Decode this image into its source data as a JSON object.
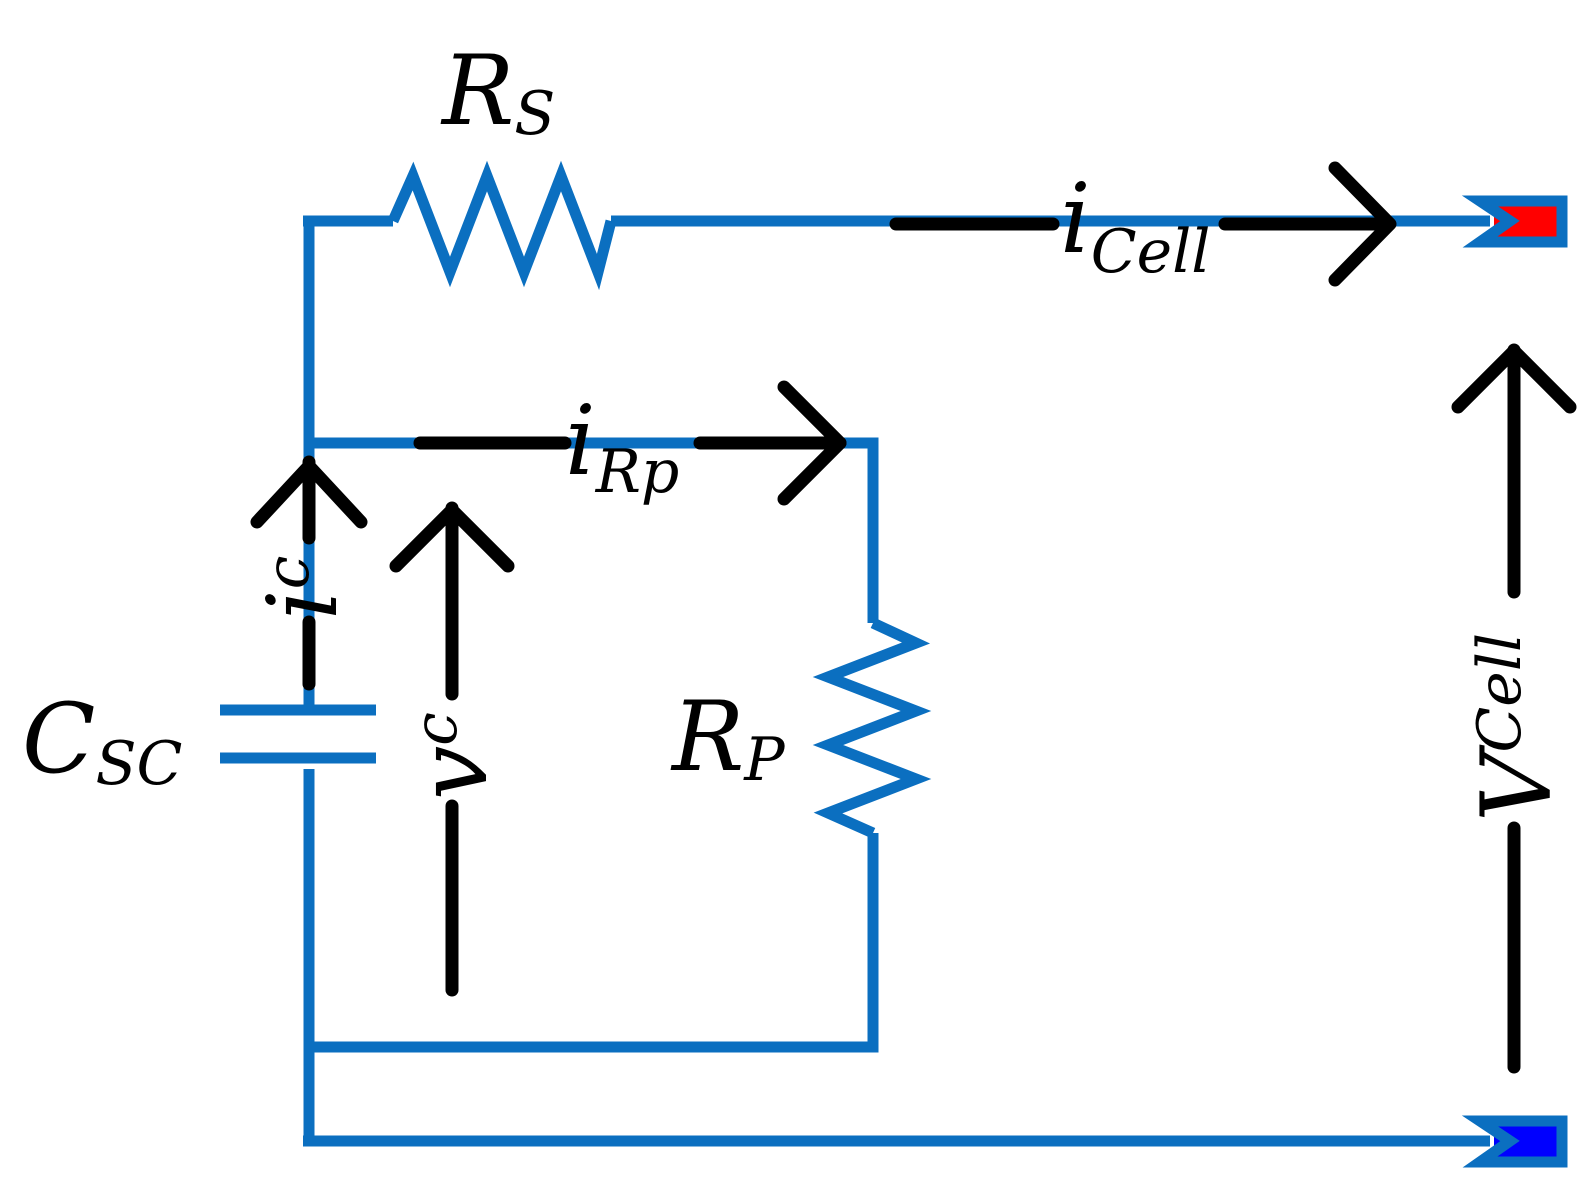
{
  "labels": {
    "rs": {
      "main": "R",
      "sub": "S"
    },
    "rp": {
      "main": "R",
      "sub": "P"
    },
    "csc": {
      "main": "C",
      "sub": "SC"
    },
    "i_cell": {
      "main": "i",
      "sub": "Cell"
    },
    "i_rp": {
      "main": "i",
      "sub": "Rp"
    },
    "i_c": {
      "main": "i",
      "sub": "c"
    },
    "v_c": {
      "main": "v",
      "sub": "c"
    },
    "v_cell": {
      "main": "V",
      "sub": "Cell"
    }
  },
  "colors": {
    "wire": "#0b6fc0",
    "arrow": "#000000",
    "positive_terminal": "#ff0000",
    "negative_terminal": "#0000ff"
  }
}
